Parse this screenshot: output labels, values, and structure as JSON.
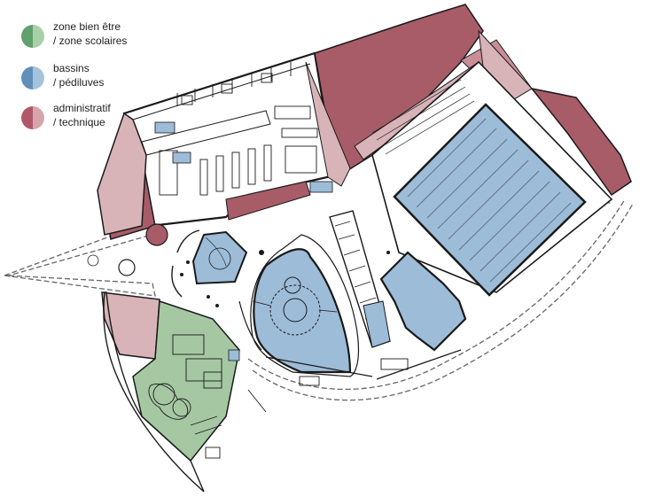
{
  "legend": [
    {
      "line1": "zone bien être",
      "line2": "/ zone scolaires",
      "dark": "#5fa06c",
      "light": "#a9cfa9"
    },
    {
      "line1": "bassins",
      "line2": "/ pédiluves",
      "dark": "#5f8fba",
      "light": "#a4c4dc"
    },
    {
      "line1": "administratif",
      "line2": "/ technique",
      "dark": "#b0586a",
      "light": "#d6a5ac"
    }
  ],
  "colors": {
    "admin": "#a75c68",
    "admin_light": "#d8b4b8",
    "pool": "#9dbcd8",
    "wellness": "#a5c8a3",
    "line": "#1a1a1a",
    "dashed": "#666666"
  }
}
